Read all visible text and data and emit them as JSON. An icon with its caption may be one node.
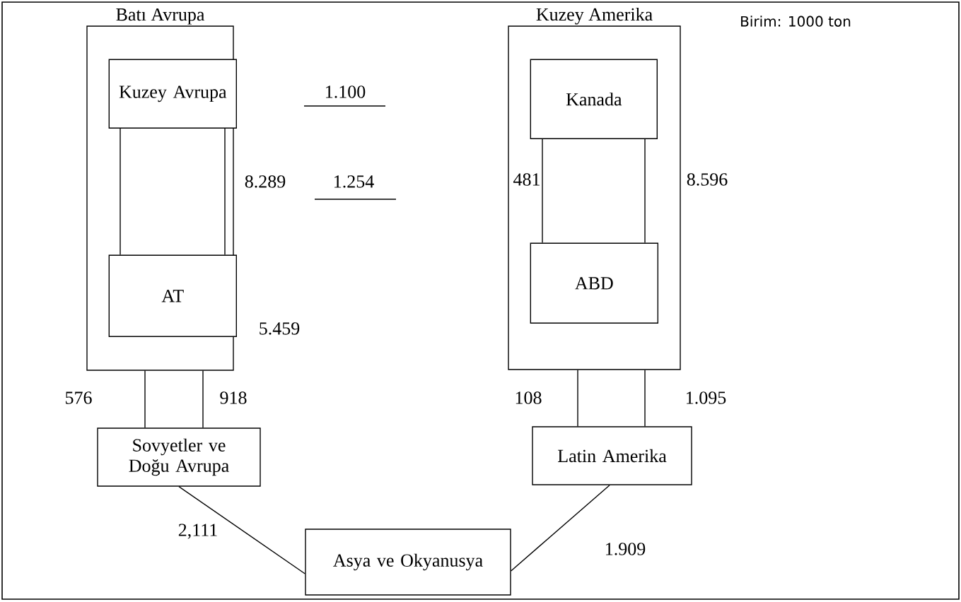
{
  "diagram": {
    "nodes": [
      {
        "text": [
          "Batı Avrupa"
        ]
      },
      {
        "text": [
          "Kuzey Avrupa"
        ],
        "in": 0
      },
      {
        "text": [
          "AT"
        ],
        "in": 0
      },
      {
        "text": [
          "Kuzey Amerika"
        ]
      },
      {
        "text": [
          "Kanada"
        ],
        "in": 3
      },
      {
        "text": [
          "ABD"
        ],
        "in": 3
      },
      {
        "text": [
          "Sovyetler ve Doğu Avrupa"
        ]
      },
      {
        "text": [
          "Latin Amerika"
        ]
      },
      {
        "text": [
          "Asya ve Okyanusya"
        ]
      }
    ],
    "edges": [
      {
        "from": 1,
        "to": 2,
        "arrow": "none"
      },
      {
        "from": 1,
        "to": 2,
        "arrow": "none",
        "label": "8.289"
      },
      {
        "from": 4,
        "to": 5,
        "arrow": "none",
        "label": "481"
      },
      {
        "from": 4,
        "to": 5,
        "arrow": "none",
        "label": "8.596"
      },
      {
        "from": 0,
        "to": 6,
        "arrow": "none",
        "label": "576"
      },
      {
        "from": 0,
        "to": 6,
        "arrow": "none",
        "label": "918"
      },
      {
        "from": 3,
        "to": 7,
        "arrow": "none",
        "label": "108"
      },
      {
        "from": 3,
        "to": 7,
        "arrow": "none",
        "label": "1.095"
      },
      {
        "from": 6,
        "to": 8,
        "arrow": "none",
        "label": "2,111"
      },
      {
        "from": 7,
        "to": 8,
        "arrow": "none",
        "label": "1.909"
      }
    ],
    "labels": [
      "1.100",
      "1.254",
      "5.459",
      "Birim: 1000 ton"
    ]
  }
}
